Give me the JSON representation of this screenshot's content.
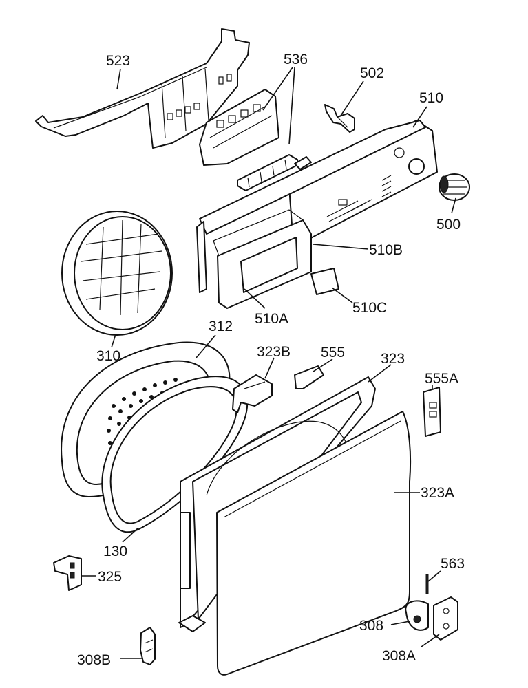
{
  "callouts": [
    {
      "id": "523",
      "label": "523"
    },
    {
      "id": "536",
      "label": "536"
    },
    {
      "id": "502",
      "label": "502"
    },
    {
      "id": "510",
      "label": "510"
    },
    {
      "id": "500",
      "label": "500"
    },
    {
      "id": "510B",
      "label": "510B"
    },
    {
      "id": "510A",
      "label": "510A"
    },
    {
      "id": "510C",
      "label": "510C"
    },
    {
      "id": "310",
      "label": "310"
    },
    {
      "id": "312",
      "label": "312"
    },
    {
      "id": "323B",
      "label": "323B"
    },
    {
      "id": "555",
      "label": "555"
    },
    {
      "id": "323",
      "label": "323"
    },
    {
      "id": "555A",
      "label": "555A"
    },
    {
      "id": "323A",
      "label": "323A"
    },
    {
      "id": "130",
      "label": "130"
    },
    {
      "id": "325",
      "label": "325"
    },
    {
      "id": "563",
      "label": "563"
    },
    {
      "id": "308",
      "label": "308"
    },
    {
      "id": "308A",
      "label": "308A"
    },
    {
      "id": "308B",
      "label": "308B"
    }
  ]
}
